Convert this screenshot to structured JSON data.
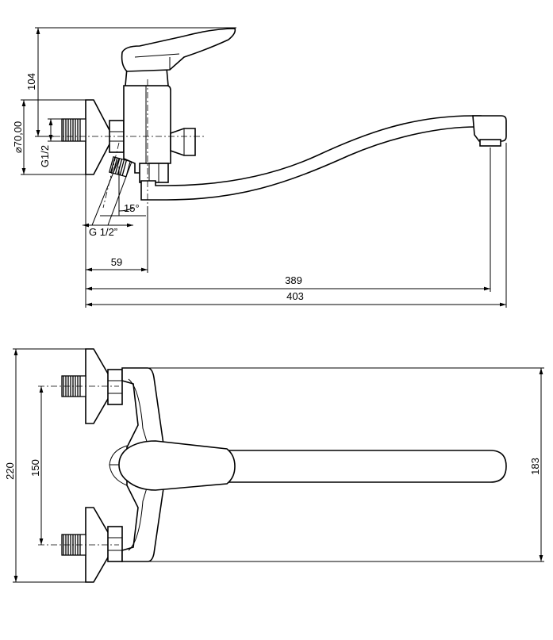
{
  "dimensions": {
    "height_104": "104",
    "diameter_70": "⌀70,00",
    "thread_g12_vertical": "G1/2",
    "angle_15": "15°",
    "thread_g12_inch": "G 1/2”",
    "width_59": "59",
    "length_389": "389",
    "length_403": "403",
    "width_220": "220",
    "spacing_150": "150",
    "depth_183": "183"
  }
}
